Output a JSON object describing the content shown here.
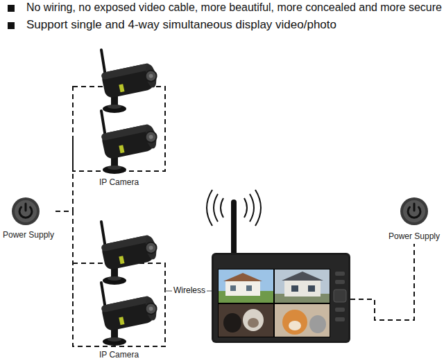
{
  "diagram": {
    "nodes": [
      {
        "text": [
          "IP Camera"
        ]
      },
      {
        "text": [
          "Power Supply"
        ]
      },
      {
        "text": [
          "IP Camera"
        ]
      },
      {
        "text": [
          "Power Supply"
        ]
      }
    ],
    "edges": [
      {
        "from": 1,
        "to": 0,
        "arrow": "none"
      },
      {
        "from": 1,
        "to": 2,
        "arrow": "none"
      }
    ],
    "labels": [
      "No wiring, no exposed video cable, more beautiful, more concealed and more secure",
      "Support single and 4-way simultaneous display video/photo",
      "Wireless"
    ]
  }
}
